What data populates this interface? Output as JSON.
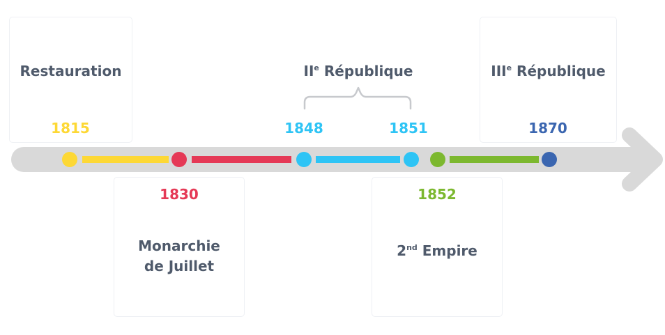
{
  "colors": {
    "restauration": "#fdd835",
    "monarchie": "#e53956",
    "republique2": "#2ec4f5",
    "empire2": "#7cb82f",
    "republique3": "#3b66b0",
    "axis": "#d9d9d9",
    "label_text": "#4f5a6b"
  },
  "periods": {
    "restauration": {
      "label": "Restauration",
      "year": "1815"
    },
    "monarchie": {
      "label_line1": "Monarchie",
      "label_line2": "de Juillet",
      "year": "1830"
    },
    "republique2": {
      "label_prefix": "II",
      "label_sup": "e",
      "label_suffix": " République",
      "year_start": "1848",
      "year_end": "1851"
    },
    "empire2": {
      "label_prefix": "2",
      "label_sup": "nd",
      "label_suffix": " Empire",
      "year": "1852"
    },
    "republique3": {
      "label_prefix": "III",
      "label_sup": "e",
      "label_suffix": " République",
      "year": "1870"
    }
  }
}
